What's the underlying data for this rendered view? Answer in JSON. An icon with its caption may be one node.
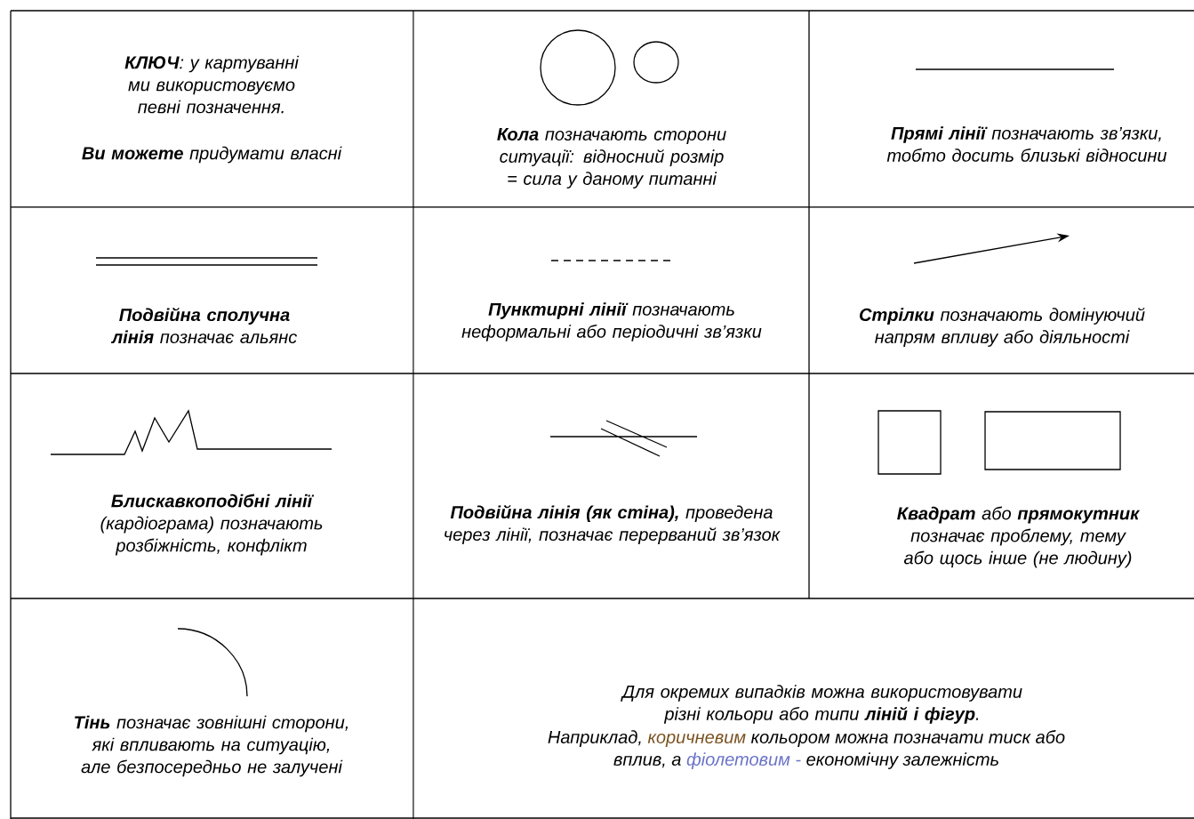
{
  "diagram": {
    "labels": [
      "**КЛЮЧ**: у картуванні ми використовуємо певні позначення.",
      "**Ви можете** придумати власні",
      "**Кола** позначають сторони ситуації: відносний розмір = сила у даному питанні",
      "**Прямі лінії** позначають зв’язки, тобто досить близькі відносини",
      "**Подвійна сполучна лінія** позначає альянс",
      "**Пунктирні лінії** позначають неформальні або періодичні зв’язки",
      "**Стрілки** позначають домінуючий напрям впливу або діяльності",
      "**Блискавкоподібні лінії** (кардіограма) позначають розбіжність, конфлікт",
      "**Подвійна лінія (як стіна),** проведена через лінії, позначає перерваний зв’язок",
      "**Квадрат** або **прямокутник** позначає проблему, тему або щось інше (не людину)",
      "**Тінь** позначає зовнішні сторони, які впливають на ситуацію, але безпосередньо не залучені",
      "Для окремих випадків можна використовувати різні кольори або типи **ліній і фігур**.",
      "Наприклад,",
      "коричневим",
      "кольором можна позначати тиск або",
      "вплив, а",
      "фіолетовим -",
      "економічну залежність"
    ]
  }
}
